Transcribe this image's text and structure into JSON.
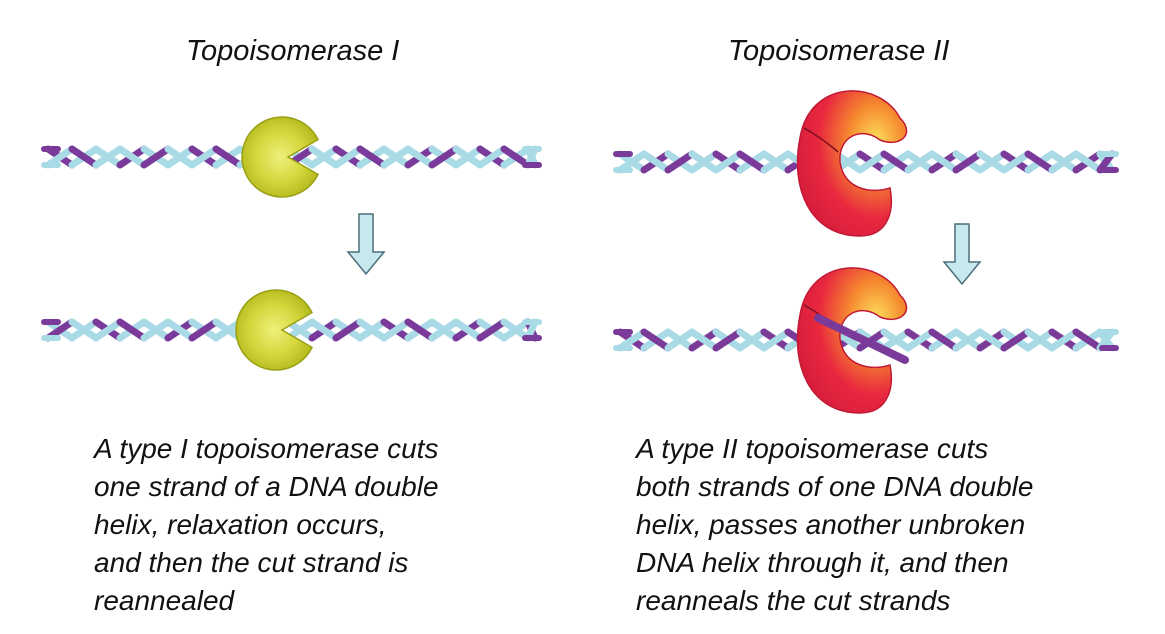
{
  "left_panel": {
    "title": "Topoisomerase I",
    "caption_lines": [
      "A type I topoisomerase cuts",
      "one strand of a DNA double",
      "helix, relaxation occurs,",
      "and then the cut strand is",
      "reannealed"
    ],
    "enzyme_color": "#c9cf2a"
  },
  "right_panel": {
    "title": "Topoisomerase II",
    "caption_lines": [
      "A type II topoisomerase cuts",
      "both strands of one DNA double",
      "helix, passes another unbroken",
      "DNA helix through it, and then",
      "reanneals the cut strands"
    ],
    "enzyme_color": "#e8283f"
  },
  "colors": {
    "strand_purple": "#7a3a9a",
    "strand_blue": "#a9dbe6",
    "arrow_fill": "#c7e8ee"
  }
}
